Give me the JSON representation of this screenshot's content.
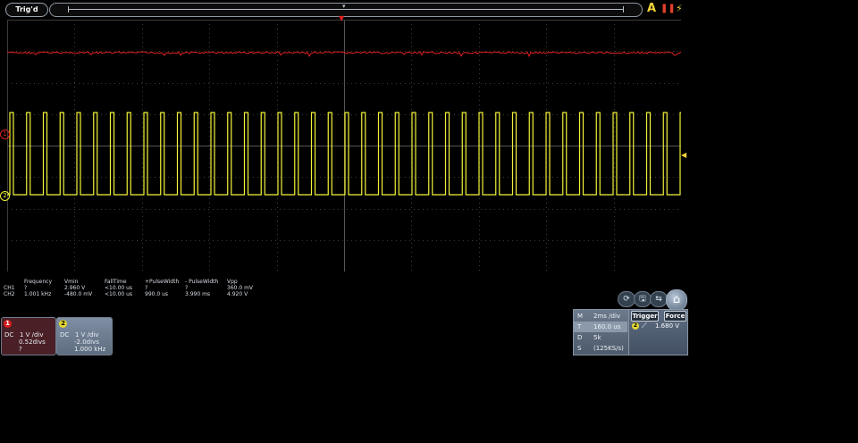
{
  "top_bar": {
    "status": "Trig'd",
    "icons": [
      "auto-a-icon",
      "pause-channels-icon",
      "power-bolt-icon"
    ],
    "icon_glyphs": {
      "auto": "A",
      "pause": "❚❚",
      "bolt": "⚡"
    }
  },
  "screen": {
    "background": "#000000",
    "grid_color": "#3c3c3c",
    "ch1_color": "#e02020",
    "ch2_color": "#f2f23a",
    "marker_glyph_ch1": "1",
    "marker_glyph_ch2": "2",
    "trigger_level_glyph": "◀",
    "trigger_pos_glyph": "▼"
  },
  "measurements": {
    "headers": [
      "",
      "Frequency",
      "Vmin",
      "FallTime",
      "+PulseWidth",
      "- PulseWidth",
      "Vpp"
    ],
    "rows": [
      [
        "CH1",
        "?",
        "2.960 V",
        "<10.00 us",
        "?",
        "?",
        "360.0 mV"
      ],
      [
        "CH2",
        "1.001 kHz",
        "-480.0 mV",
        "<10.00 us",
        "990.0 us",
        "3.990 ms",
        "4.920 V"
      ]
    ]
  },
  "ch1": {
    "number": "1",
    "coupling": "DC",
    "scale": "1 V /div",
    "offset": "0.52divs",
    "freq": "?"
  },
  "ch2": {
    "number": "2",
    "coupling": "DC",
    "scale": "1 V /div",
    "offset": "-2.0divs",
    "freq": "1.000 kHz"
  },
  "horizontal": {
    "rows": [
      {
        "key": "M",
        "value": "2ms /div"
      },
      {
        "key": "T",
        "value": "160.0 us"
      },
      {
        "key": "D",
        "value": "5k"
      },
      {
        "key": "S",
        "value": "(125KS/s)"
      }
    ]
  },
  "trigger": {
    "trigger_label": "Trigger",
    "force_label": "Force",
    "channel": "2",
    "slope_glyph": "⟋",
    "level": "1.680 V"
  },
  "control_icons": {
    "refresh": "⟳",
    "save": "🖫",
    "settings": "⇆",
    "home": "⌂"
  }
}
